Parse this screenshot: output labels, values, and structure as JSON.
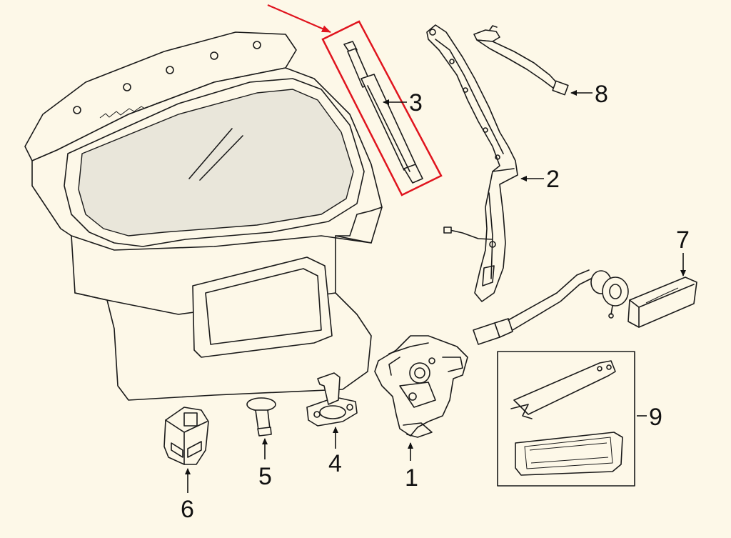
{
  "colors": {
    "background": "#fdf8e8",
    "line": "#1a1a1a",
    "highlight": "#e0141e"
  },
  "callouts": [
    {
      "id": "1",
      "label": "1"
    },
    {
      "id": "2",
      "label": "2"
    },
    {
      "id": "3",
      "label": "3"
    },
    {
      "id": "4",
      "label": "4"
    },
    {
      "id": "5",
      "label": "5"
    },
    {
      "id": "6",
      "label": "6"
    },
    {
      "id": "7",
      "label": "7"
    },
    {
      "id": "8",
      "label": "8"
    },
    {
      "id": "9",
      "label": "9"
    }
  ],
  "highlight": {
    "part": "3"
  }
}
